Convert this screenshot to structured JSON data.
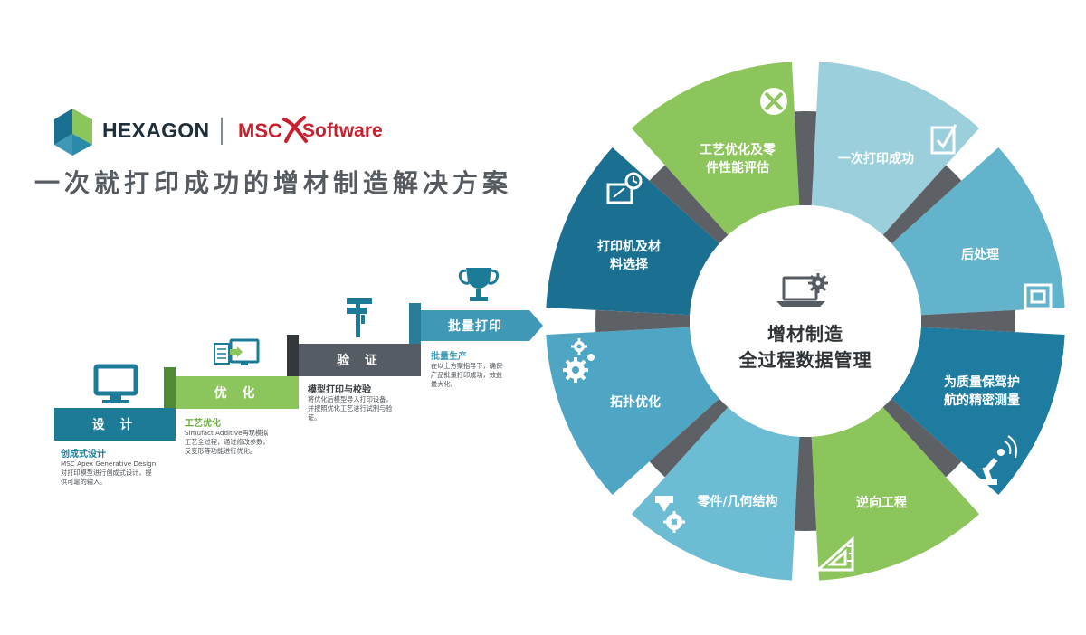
{
  "header": {
    "brand": "HEXAGON",
    "brand2_msc": "MSC",
    "brand2_software": "Software",
    "title": "一次就打印成功的增材制造解决方案"
  },
  "steps": [
    {
      "label": "设 计",
      "heading": "创成式设计",
      "lines": [
        "MSC Apex Generative Design",
        "对打印模型进行创成式设计，提",
        "供可靠的输入。"
      ],
      "icon": "monitor-icon",
      "color": "#1c7c98"
    },
    {
      "label": "优 化",
      "heading": "工艺优化",
      "lines": [
        "Simufact Additive再现模拟",
        "工艺全过程，通过修改参数，",
        "反变形等功能进行优化。"
      ],
      "icon": "screen-document-icon",
      "color": "#8cc55b"
    },
    {
      "label": "验 证",
      "heading": "模型打印与校验",
      "lines": [
        "将优化后模型导入打印设备，",
        "并按照优化工艺进行试制与验",
        "证。"
      ],
      "icon": "caliper-icon",
      "color": "#555c63"
    },
    {
      "label": "批量打印",
      "heading": "批量生产",
      "lines": [
        "在以上方案指导下，确保",
        "产品批量打印成功，效益",
        "最大化。"
      ],
      "icon": "trophy-icon",
      "color": "#3f98b5"
    }
  ],
  "wheel": {
    "center_line1": "增材制造",
    "center_line2": "全过程数据管理",
    "segments": [
      {
        "label": [
          "一次打印成功"
        ],
        "icon": "checklist-icon",
        "color": "#9ccfdc"
      },
      {
        "label": [
          "后处理"
        ],
        "icon": "frame-icon",
        "color": "#62b3cb"
      },
      {
        "label": [
          "为质量保驾护",
          "航的精密测量"
        ],
        "icon": "robot-arm-icon",
        "color": "#1e7ca0"
      },
      {
        "label": [
          "逆向工程"
        ],
        "icon": "triangle-ruler-icon",
        "color": "#8cc55b"
      },
      {
        "label": [
          "零件/几何结构"
        ],
        "icon": "nozzle-gear-icon",
        "color": "#6cbcd3"
      },
      {
        "label": [
          "拓扑优化"
        ],
        "icon": "gears-icon",
        "color": "#4fa6c4"
      },
      {
        "label": [
          "打印机及材",
          "料选择"
        ],
        "icon": "printer-clock-icon",
        "color": "#1b6f91"
      },
      {
        "label": [
          "工艺优化及零",
          "件性能评估"
        ],
        "icon": "wrench-hammer-icon",
        "color": "#8cc55b"
      }
    ]
  }
}
